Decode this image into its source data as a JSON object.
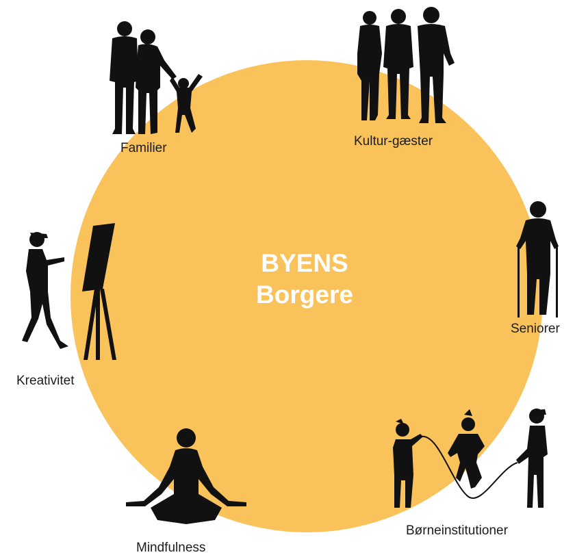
{
  "colors": {
    "circle": "#f9c25a",
    "center_text": "#ffffff",
    "silhouette": "#111111",
    "label": "#1c1c1c"
  },
  "center": {
    "line1": "BYENS",
    "line2": "Borgere"
  },
  "groups": [
    {
      "id": "familier",
      "label": "Familier",
      "icon": "family-silhouette-icon"
    },
    {
      "id": "kultur",
      "label": "Kultur-gæster",
      "icon": "culture-guests-silhouette-icon"
    },
    {
      "id": "seniorer",
      "label": "Seniorer",
      "icon": "senior-with-crutches-silhouette-icon"
    },
    {
      "id": "kreativitet",
      "label": "Kreativitet",
      "icon": "painter-at-easel-silhouette-icon"
    },
    {
      "id": "mindfulness",
      "label": "Mindfulness",
      "icon": "meditating-person-silhouette-icon"
    },
    {
      "id": "borne",
      "label": "Børneinstitutioner",
      "icon": "children-jumping-rope-silhouette-icon"
    }
  ]
}
